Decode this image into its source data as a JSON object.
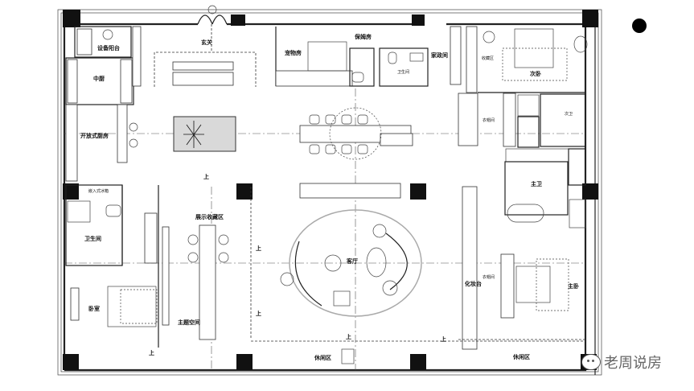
{
  "rooms": {
    "equipment_balcony": "设备阳台",
    "chinese_kitchen": "中厨",
    "open_kitchen": "开放式厨房",
    "entrance": "玄关",
    "pet_room": "宠物房",
    "nanny_room": "保姆房",
    "bathroom_top": "卫生间",
    "housekeeping": "家政间",
    "collection_area": "收藏区",
    "second_bedroom": "次卧",
    "cloakroom_top": "衣帽间",
    "second_bath": "次卫",
    "master_bath": "主卫",
    "fridge": "嵌入式冰箱",
    "bathroom_left": "卫生间",
    "bedroom": "卧室",
    "display_collection": "展示收藏区",
    "theme_space": "主题空间",
    "living_room": "客厅",
    "leisure_left": "休闲区",
    "leisure_right": "休闲区",
    "vanity": "化妆台",
    "cloakroom_master": "衣帽间",
    "master_bedroom": "主卧"
  },
  "stair_marks": {
    "up": "上"
  },
  "watermark": "老周说房"
}
